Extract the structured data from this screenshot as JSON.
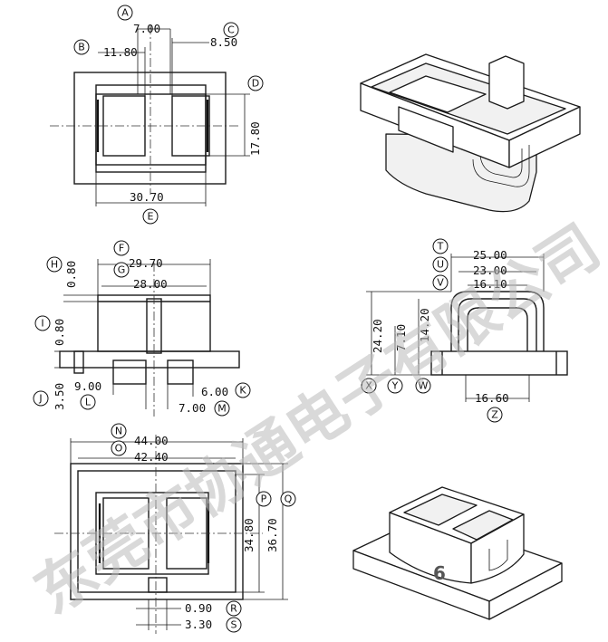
{
  "dimensions": {
    "A": "7.00",
    "B": "11.80",
    "C": "8.50",
    "D": "17.80",
    "E": "30.70",
    "F": "29.70",
    "G": "28.00",
    "H": "0.80",
    "I": "0.80",
    "J": "3.50",
    "K": "6.00",
    "L": "9.00",
    "M": "7.00",
    "N": "44.00",
    "O": "42.40",
    "P": "34.80",
    "Q": "36.70",
    "R": "0.90",
    "S": "3.30",
    "T": "25.00",
    "U": "23.00",
    "V": "16.10",
    "W": "14.20",
    "X": "24.20",
    "Y": "7.10",
    "Z": "16.60"
  },
  "tags": [
    "A",
    "B",
    "C",
    "D",
    "E",
    "F",
    "G",
    "H",
    "I",
    "J",
    "K",
    "L",
    "M",
    "N",
    "O",
    "P",
    "Q",
    "R",
    "S",
    "T",
    "U",
    "V",
    "W",
    "X",
    "Y",
    "Z"
  ],
  "watermark": "东莞市协通电子有限公司",
  "page_number": "6"
}
